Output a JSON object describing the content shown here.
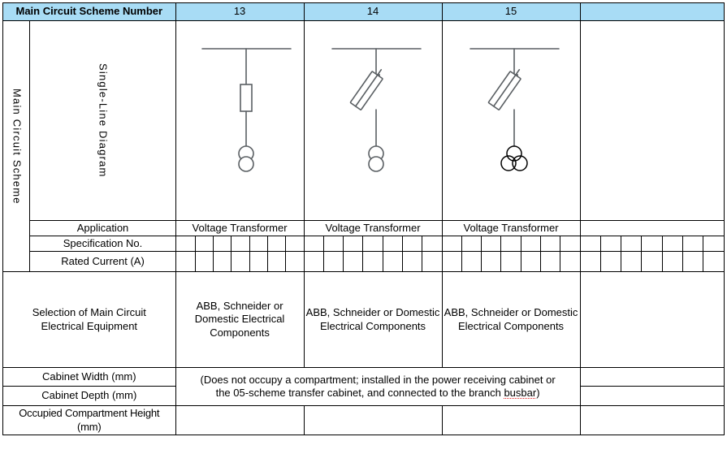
{
  "document": {
    "title": "Main Circuit Scheme Number",
    "header_bg": "#A8DCF5",
    "border_color": "#000000"
  },
  "header": {
    "title_label": "Main Circuit Scheme Number",
    "scheme_numbers": [
      "13",
      "14",
      "15",
      ""
    ]
  },
  "side_labels": {
    "group": "Main Circuit Scheme",
    "diagram": "Single-Line Diagram"
  },
  "rows": {
    "application": {
      "label": "Application",
      "values": [
        "Voltage Transformer",
        "Voltage Transformer",
        "Voltage Transformer",
        ""
      ]
    },
    "specification_no": {
      "label": "Specification No.",
      "subcells_per_column": 7,
      "values": [
        "",
        "",
        "",
        ""
      ]
    },
    "rated_current": {
      "label": "Rated Current (A)",
      "subcells_per_column": 7,
      "values": [
        "",
        "",
        "",
        ""
      ]
    },
    "equipment_selection": {
      "label": "Selection of Main Circuit Electrical Equipment",
      "label_line1": "Selection of Main Circuit",
      "label_line2": "Electrical Equipment",
      "values": [
        "ABB, Schneider or Domestic Electrical Components",
        "ABB, Schneider or Domestic Electrical Components",
        "ABB, Schneider or Domestic Electrical Components",
        ""
      ]
    },
    "cabinet_width": {
      "label": "Cabinet Width (mm)",
      "values": [
        "",
        "",
        "",
        ""
      ]
    },
    "cabinet_depth": {
      "label": "Cabinet Depth (mm)",
      "values": [
        "",
        "",
        "",
        ""
      ]
    },
    "occupied_compartment_height": {
      "label": "Occupied Compartment Height (mm)",
      "label_line1": "Occupied Compartment Height",
      "label_line2": "(mm)",
      "values": [
        "",
        "",
        "",
        ""
      ]
    }
  },
  "merged_note": {
    "text_line1": "(Does not occupy a compartment; installed in the power receiving cabinet or",
    "text_line2_a": "the 05-scheme transfer cabinet, and connected to the branch ",
    "text_line2_spellcheck_word": "busbar",
    "text_line2_b": ")",
    "spans_columns": [
      "13",
      "14",
      "15"
    ],
    "spans_rows": [
      "Cabinet Width (mm)",
      "Cabinet Depth (mm)"
    ]
  },
  "diagrams": [
    {
      "scheme": "13",
      "symbols": [
        "busbar",
        "vertical-conductor",
        "fuse",
        "two-winding-voltage-transformer"
      ],
      "description": "Busbar tap through a fuse to a single-phase two-winding voltage transformer"
    },
    {
      "scheme": "14",
      "symbols": [
        "busbar",
        "vertical-conductor",
        "fuse-switch-disconnector",
        "two-winding-voltage-transformer"
      ],
      "description": "Busbar tap through a fuse-switch disconnector to a two-winding voltage transformer"
    },
    {
      "scheme": "15",
      "symbols": [
        "busbar",
        "vertical-conductor",
        "fuse-switch-disconnector",
        "three-phase-voltage-transformer"
      ],
      "description": "Busbar tap through a fuse-switch disconnector to a three-phase voltage transformer"
    },
    {
      "scheme": "",
      "symbols": [],
      "description": ""
    }
  ]
}
